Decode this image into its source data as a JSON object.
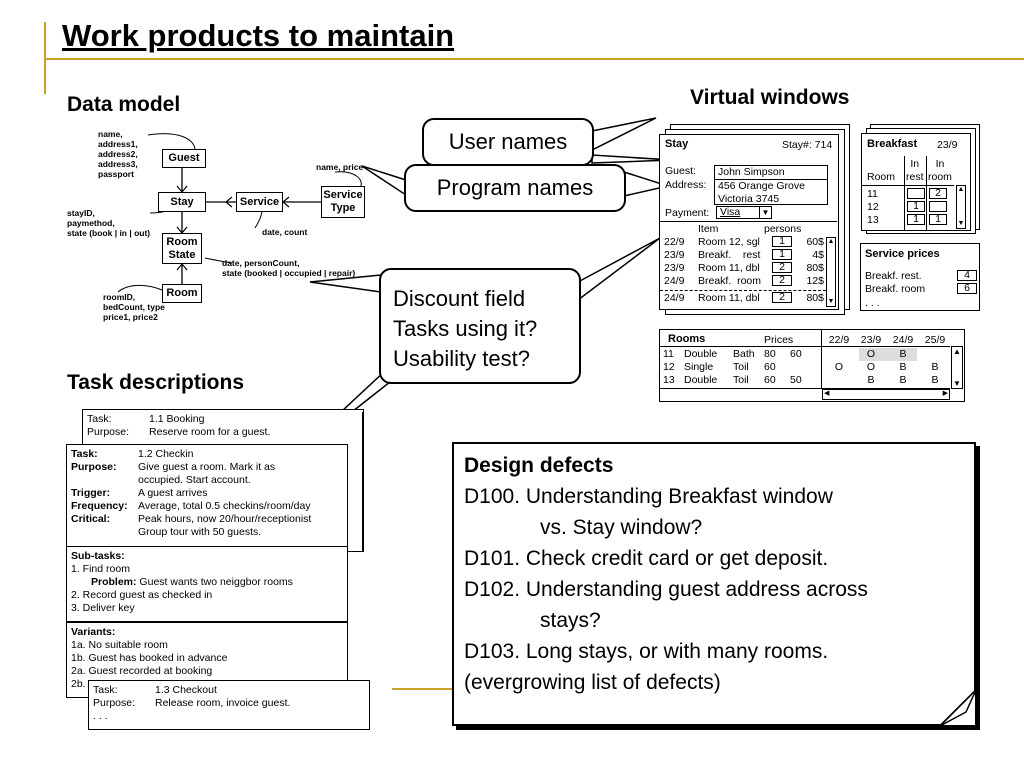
{
  "title": "Work products to maintain",
  "sections": {
    "data_model": "Data model",
    "virtual_windows": "Virtual windows",
    "task_descriptions": "Task descriptions"
  },
  "data_model": {
    "entities": {
      "guest": "Guest",
      "stay": "Stay",
      "service": "Service",
      "service_type": "Service\nType",
      "room_state": "Room\nState",
      "room": "Room"
    },
    "notes": {
      "guest": "name,\naddress1,\naddress2,\naddress3,\npassport",
      "service_type": "name, price",
      "stay": "stayID,\npaymethod,\nstate (book | in | out)",
      "service": "date, count",
      "room_state": "date, personCount,\nstate (booked | occupied | repair)",
      "room": "roomID,\nbedCount, type\nprice1, price2"
    }
  },
  "callouts": {
    "user_names": "User names",
    "program_names": "Program names",
    "discount": "Discount field\nTasks using it?\nUsability test?"
  },
  "stay_window": {
    "title": "Stay",
    "stay_no": "Stay#: 714",
    "guest_label": "Guest:",
    "guest_value": "John Simpson",
    "address_label": "Address:",
    "address_line1": "456 Orange Grove",
    "address_line2": "Victoria 3745",
    "payment_label": "Payment:",
    "payment_value": "Visa",
    "col_item": "Item",
    "col_persons": "persons",
    "rows": [
      {
        "date": "22/9",
        "item": "Room 12, sgl",
        "persons": "1",
        "price": "60$"
      },
      {
        "date": "23/9",
        "item": "Breakf.    rest",
        "persons": "1",
        "price": "4$"
      },
      {
        "date": "23/9",
        "item": "Room 11, dbl",
        "persons": "2",
        "price": "80$"
      },
      {
        "date": "24/9",
        "item": "Breakf.  room",
        "persons": "2",
        "price": "12$"
      },
      {
        "date": "24/9",
        "item": "Room 11, dbl",
        "persons": "2",
        "price": "80$"
      }
    ]
  },
  "breakfast_window": {
    "title": "Breakfast",
    "date": "23/9",
    "col_room": "Room",
    "col_in_rest": "In\nrest",
    "col_in_room": "In\nroom",
    "rows": [
      {
        "room": "11",
        "rest": "",
        "inroom": "2"
      },
      {
        "room": "12",
        "rest": "1",
        "inroom": ""
      },
      {
        "room": "13",
        "rest": "1",
        "inroom": "1"
      }
    ]
  },
  "service_prices": {
    "title": "Service prices",
    "rows": [
      {
        "label": "Breakf. rest.",
        "value": "4"
      },
      {
        "label": "Breakf. room",
        "value": "6"
      }
    ],
    "more": ". . ."
  },
  "rooms_window": {
    "title": "Rooms",
    "prices": "Prices",
    "dates": [
      "22/9",
      "23/9",
      "24/9",
      "25/9"
    ],
    "rows": [
      {
        "no": "11",
        "type": "Double",
        "bath": "Bath",
        "p1": "80",
        "p2": "60",
        "d": [
          "",
          "O",
          "B",
          ""
        ]
      },
      {
        "no": "12",
        "type": "Single",
        "bath": "Toil",
        "p1": "60",
        "p2": "",
        "d": [
          "O",
          "O",
          "B",
          "B"
        ]
      },
      {
        "no": "13",
        "type": "Double",
        "bath": "Toil",
        "p1": "60",
        "p2": "50",
        "d": [
          "",
          "B",
          "B",
          "B"
        ]
      }
    ]
  },
  "tasks": {
    "booking": {
      "task_label": "Task:",
      "task_value": "1.1 Booking",
      "purpose_label": "Purpose:",
      "purpose_value": "Reserve room for a guest."
    },
    "checkin": {
      "task_label": "Task:",
      "task_value": "1.2 Checkin",
      "purpose_label": "Purpose:",
      "purpose_value": "Give guest a room. Mark it as\noccupied. Start account.",
      "trigger_label": "Trigger:",
      "trigger_value": "A guest arrives",
      "frequency_label": "Frequency:",
      "frequency_value": "Average, total 0.5 checkins/room/day",
      "critical_label": "Critical:",
      "critical_value": "Peak hours, now 20/hour/receptionist\nGroup tour with 50 guests.",
      "subtasks_label": "Sub-tasks:",
      "subtask1": "1.   Find room",
      "problem_label": "Problem:",
      "problem_value": " Guest wants two neiggbor rooms",
      "subtask2": "2.   Record guest as checked in",
      "subtask3": "3.   Deliver key",
      "variants_label": "Variants:",
      "variant1": "1a. No suitable room",
      "variant2": "1b. Guest has booked in advance",
      "variant3": "2a. Guest recorded at booking",
      "variant4": "2b."
    },
    "checkout": {
      "task_label": "Task:",
      "task_value": "1.3 Checkout",
      "purpose_label": "Purpose:",
      "purpose_value": "Release room, invoice guest.",
      "more": ". . ."
    }
  },
  "defects": {
    "title": "Design defects",
    "lines": [
      "D100. Understanding Breakfast window",
      "vs. Stay window?",
      "D101. Check credit card or get deposit.",
      "D102. Understanding guest address across",
      "stays?",
      "D103. Long stays, or with many rooms.",
      "(evergrowing list of defects)"
    ]
  }
}
